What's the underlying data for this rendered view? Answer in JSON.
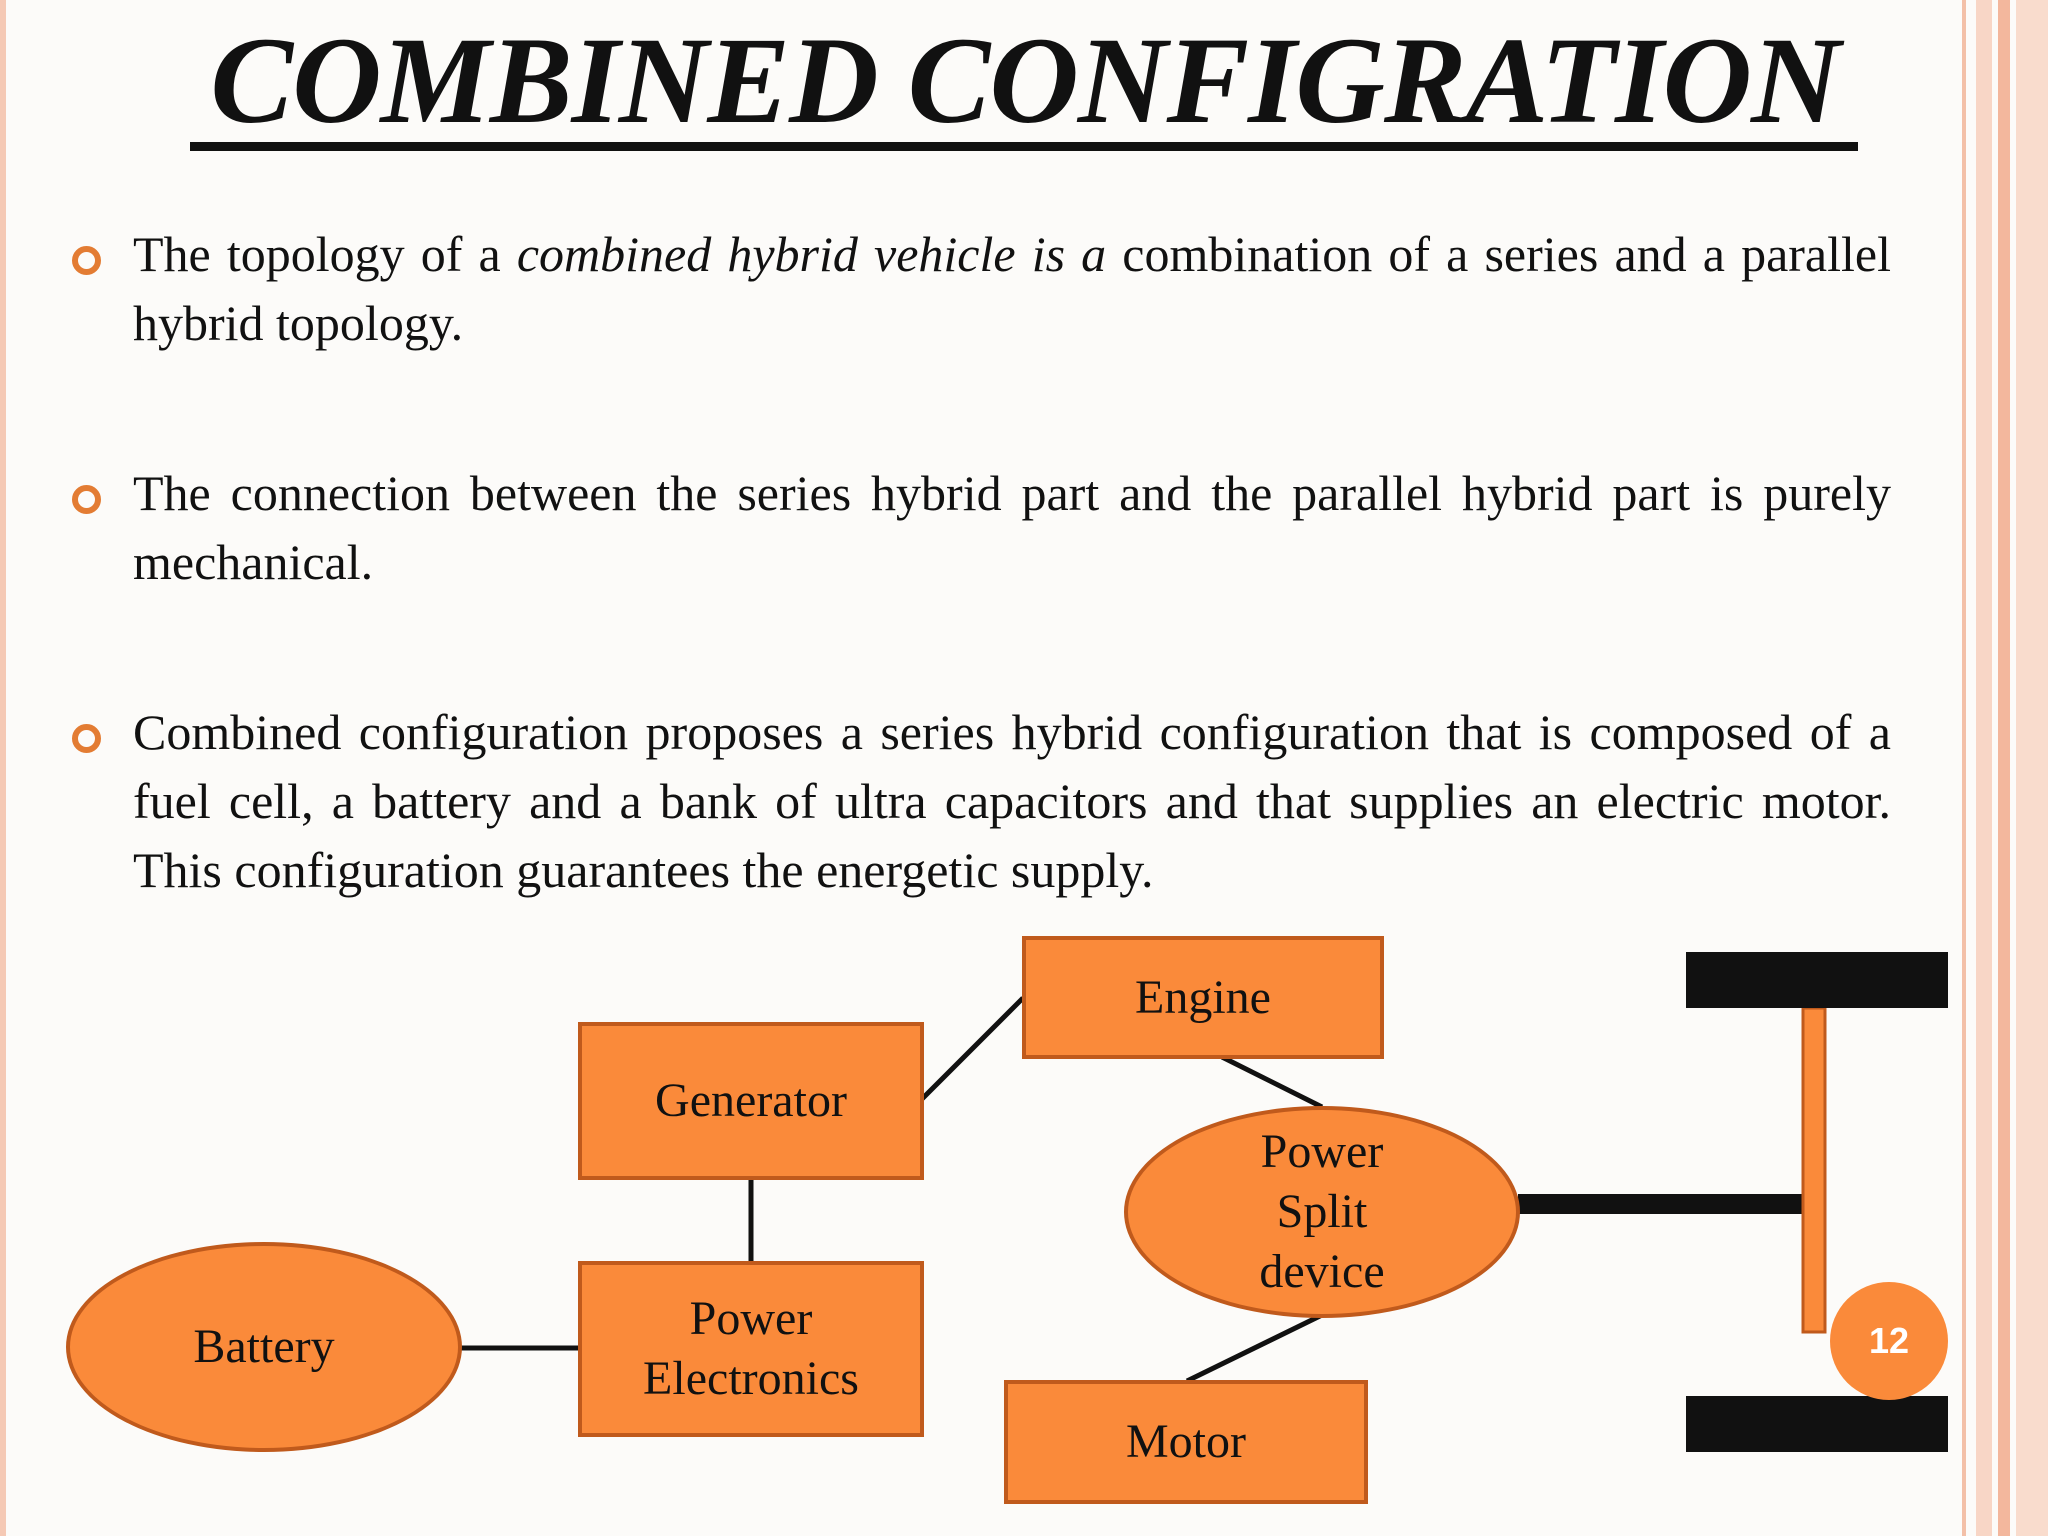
{
  "slide": {
    "title": "COMBINED CONFIGRATION",
    "page_number": "12"
  },
  "colors": {
    "accent": "#e37c33",
    "node_fill": "#fa8a3a",
    "node_border": "#c05a1c",
    "stripe": "#f3c0a8"
  },
  "bullets": [
    {
      "part1": "The topology of a ",
      "italic": "combined hybrid vehicle is a",
      "part2": " combination of a series and a parallel hybrid topology."
    },
    {
      "text": "The connection between the series hybrid part and the parallel hybrid part is purely mechanical."
    },
    {
      "text": "Combined configuration proposes a series hybrid configuration that is composed of a fuel cell, a battery and a bank of ultra capacitors and that supplies an electric motor. This configuration guarantees the energetic supply."
    }
  ],
  "diagram": {
    "battery": "Battery",
    "generator": "Generator",
    "power_electronics_line1": "Power",
    "power_electronics_line2": "Electronics",
    "engine": "Engine",
    "power_split_line1": "Power",
    "power_split_line2": "Split",
    "power_split_line3": "device",
    "motor": "Motor"
  }
}
